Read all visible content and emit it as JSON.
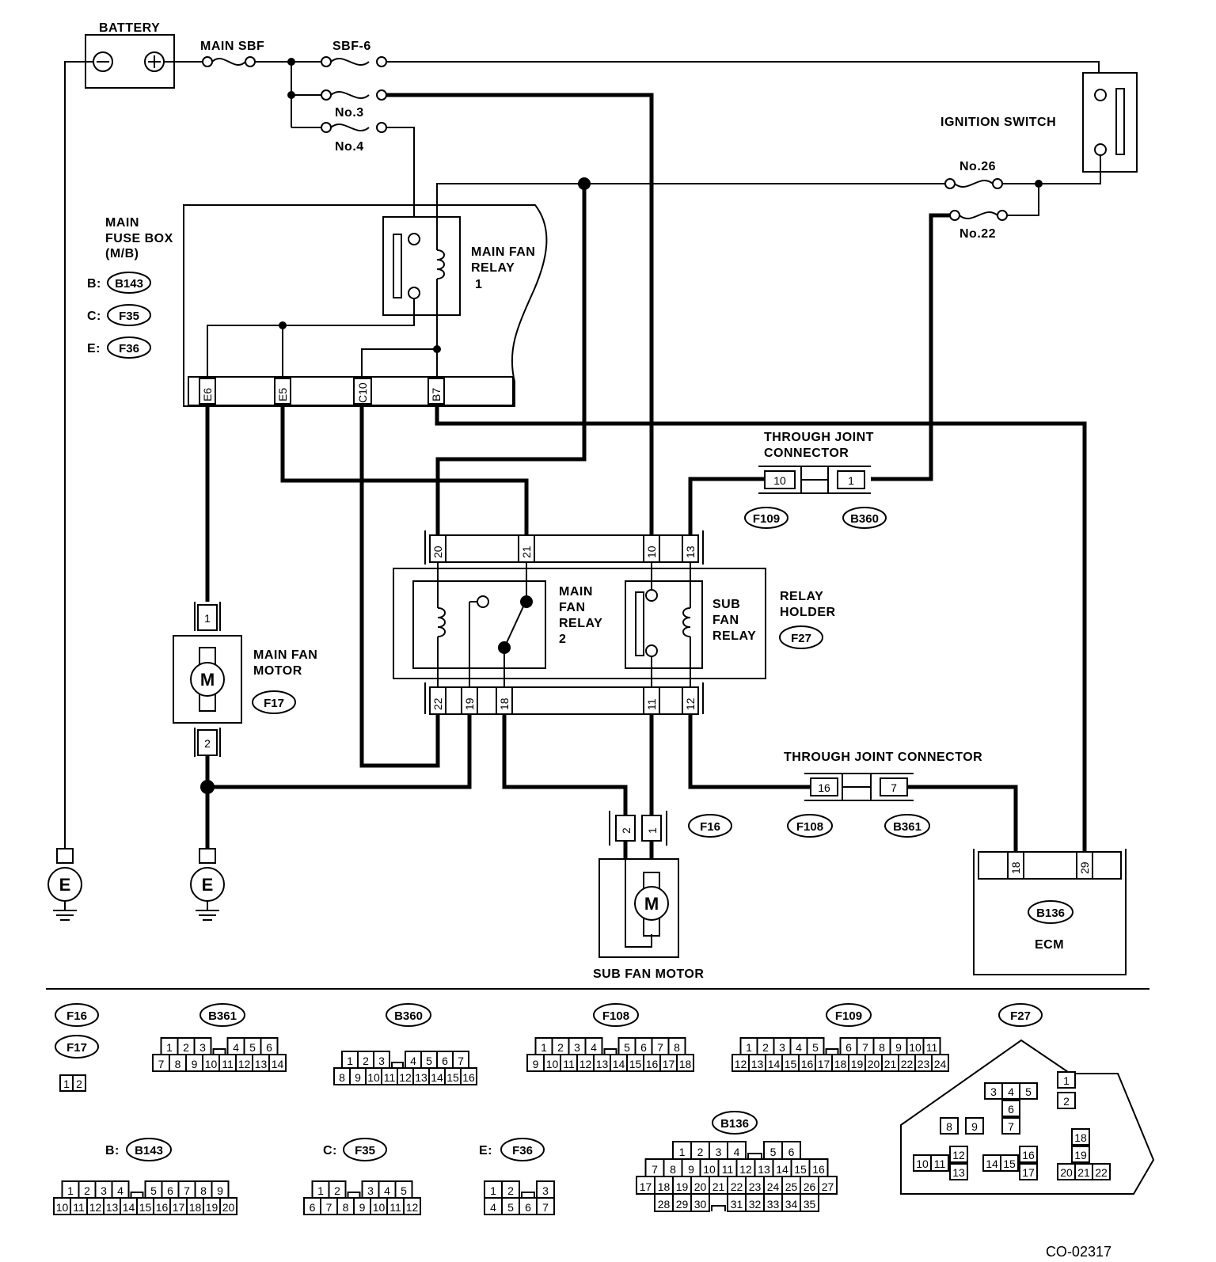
{
  "labels": {
    "battery": "BATTERY",
    "main_sbf": "MAIN SBF",
    "sbf6": "SBF-6",
    "no3": "No.3",
    "no4": "No.4",
    "ignition_switch": "IGNITION SWITCH",
    "no26": "No.26",
    "no22": "No.22",
    "main_fuse_box": [
      "MAIN",
      "FUSE BOX",
      "(M/B)"
    ],
    "b_prefix": "B:",
    "c_prefix": "C:",
    "e_prefix": "E:",
    "main_fan_relay_1": [
      "MAIN FAN",
      "RELAY",
      "1"
    ],
    "through_joint_connector_1": [
      "THROUGH JOINT",
      "CONNECTOR"
    ],
    "main_fan_relay_2": [
      "MAIN",
      "FAN",
      "RELAY",
      "2"
    ],
    "sub_fan_relay": [
      "SUB",
      "FAN",
      "RELAY"
    ],
    "relay_holder": [
      "RELAY",
      "HOLDER"
    ],
    "main_fan_motor": [
      "MAIN FAN",
      "MOTOR"
    ],
    "through_joint_connector_2": "THROUGH JOINT CONNECTOR",
    "sub_fan_motor": "SUB FAN MOTOR",
    "ecm": "ECM",
    "ground": "E",
    "motor": "M",
    "code": "CO-02317"
  },
  "connectors": {
    "b143": "B143",
    "f35": "F35",
    "f36": "F36",
    "f109": "F109",
    "b360": "B360",
    "f27": "F27",
    "f17": "F17",
    "f16": "F16",
    "f108": "F108",
    "b361": "B361",
    "b136": "B136"
  },
  "pins": {
    "e6": "E6",
    "e5": "E5",
    "c10": "C10",
    "b7": "B7",
    "p20": "20",
    "p21": "21",
    "p10": "10",
    "p13": "13",
    "p22": "22",
    "p19": "19",
    "p18": "18",
    "p11": "11",
    "p12": "12",
    "tj10": "10",
    "tj1": "1",
    "tj16": "16",
    "tj7": "7",
    "mm1": "1",
    "mm2": "2",
    "sm2": "2",
    "sm1": "1",
    "ecm18": "18",
    "ecm29": "29"
  },
  "legend": {
    "f16": "F16",
    "f17": "F17",
    "f16f17_pins": [
      "1",
      "2"
    ],
    "b361": "B361",
    "b361_rows": [
      [
        "1",
        "2",
        "3",
        "",
        "4",
        "5",
        "6"
      ],
      [
        "7",
        "8",
        "9",
        "10",
        "11",
        "12",
        "13",
        "14"
      ]
    ],
    "b360": "B360",
    "b360_rows": [
      [
        "1",
        "2",
        "3",
        "",
        "4",
        "5",
        "6",
        "7"
      ],
      [
        "8",
        "9",
        "10",
        "11",
        "12",
        "13",
        "14",
        "15",
        "16"
      ]
    ],
    "f108": "F108",
    "f108_rows": [
      [
        "1",
        "2",
        "3",
        "4",
        "",
        "5",
        "6",
        "7",
        "8"
      ],
      [
        "9",
        "10",
        "11",
        "12",
        "13",
        "14",
        "15",
        "16",
        "17",
        "18"
      ]
    ],
    "f109": "F109",
    "f109_rows": [
      [
        "1",
        "2",
        "3",
        "4",
        "5",
        "",
        "6",
        "7",
        "8",
        "9",
        "10",
        "11"
      ],
      [
        "12",
        "13",
        "14",
        "15",
        "16",
        "17",
        "18",
        "19",
        "20",
        "21",
        "22",
        "23",
        "24"
      ]
    ],
    "f27": "F27",
    "f27_pins": [
      "1",
      "2",
      "3",
      "4",
      "5",
      "6",
      "7",
      "8",
      "9",
      "10",
      "11",
      "12",
      "13",
      "14",
      "15",
      "16",
      "17",
      "18",
      "19",
      "20",
      "21",
      "22"
    ],
    "b136": "B136",
    "b136_rows": [
      [
        "1",
        "2",
        "3",
        "4",
        "",
        "5",
        "6"
      ],
      [
        "7",
        "8",
        "9",
        "10",
        "11",
        "12",
        "13",
        "14",
        "15",
        "16"
      ],
      [
        "17",
        "18",
        "19",
        "20",
        "21",
        "22",
        "23",
        "24",
        "25",
        "26",
        "27"
      ],
      [
        "28",
        "29",
        "30",
        "",
        "31",
        "32",
        "33",
        "34",
        "35"
      ]
    ],
    "b_prefix": "B:",
    "b143": "B143",
    "b143_rows": [
      [
        "1",
        "2",
        "3",
        "4",
        "",
        "5",
        "6",
        "7",
        "8",
        "9"
      ],
      [
        "10",
        "11",
        "12",
        "13",
        "14",
        "15",
        "16",
        "17",
        "18",
        "19",
        "20"
      ]
    ],
    "c_prefix": "C:",
    "f35": "F35",
    "f35_rows": [
      [
        "1",
        "2",
        "",
        "3",
        "4",
        "5"
      ],
      [
        "6",
        "7",
        "8",
        "9",
        "10",
        "11",
        "12"
      ]
    ],
    "e_prefix": "E:",
    "f36": "F36",
    "f36_rows": [
      [
        "1",
        "2",
        "",
        "3"
      ],
      [
        "4",
        "5",
        "6",
        "7"
      ]
    ]
  }
}
